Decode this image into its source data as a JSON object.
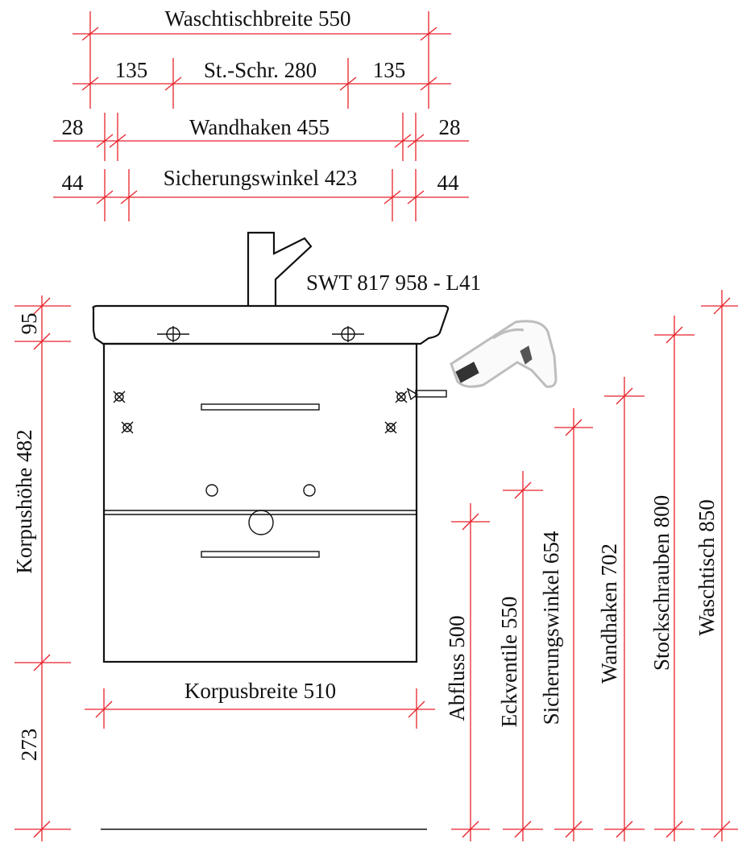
{
  "title": "SWT 817 958 - L41",
  "horizontal_dimensions": {
    "basin_width": "Waschtischbreite  550",
    "tap_left": "135",
    "tap_screws": "St.-Schr. 280",
    "tap_right": "135",
    "hook_left": "28",
    "wall_hooks": "Wandhaken  455",
    "hook_right": "28",
    "angle_left": "44",
    "safety_angles": "Sicherungswinkel  423",
    "angle_right": "44",
    "body_width": "Korpusbreite  510"
  },
  "vertical_dimensions": {
    "basin_height": "95",
    "body_height": "Korpushöhe  482",
    "floor_gap": "273",
    "drain": "Abfluss  500",
    "angle_valves": "Eckventile  550",
    "safety_angle_height": "Sicherungswinkel  654",
    "wall_hook_height": "Wandhaken  702",
    "tap_screw_height": "Stockschrauben  800",
    "basin_top": "Waschtisch  850"
  },
  "colors": {
    "dimension": "#e8222a",
    "outline": "#111111",
    "drill": "#bdbdbd"
  },
  "icons": [
    "tap-icon",
    "drill-icon",
    "tap-hole-icon",
    "screw-icon"
  ]
}
